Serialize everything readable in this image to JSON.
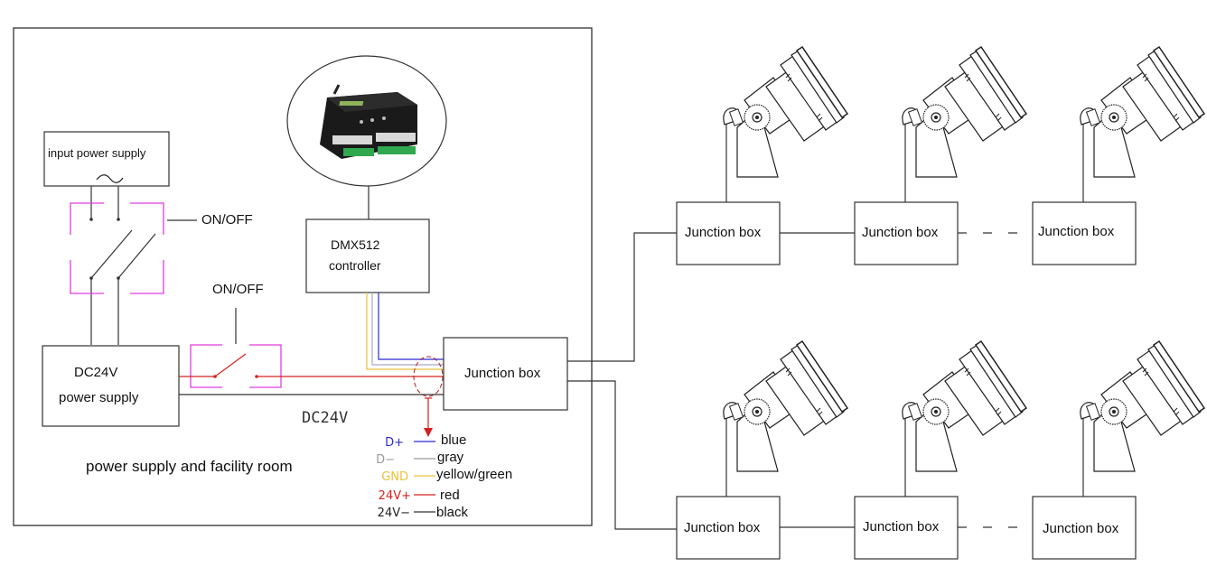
{
  "diagram": {
    "room_label": "power supply and facility room",
    "input_power_supply": {
      "label": "input power supply",
      "ac_symbol": "~"
    },
    "main_switch_label": "ON/OFF",
    "secondary_switch_label": "ON/OFF",
    "power_supply": {
      "line1": "DC24V",
      "line2": "power supply"
    },
    "dc_line_label": "DC24V",
    "controller": {
      "line1": "DMX512",
      "line2": "controller",
      "photo_description": "LED CONTROLLER"
    },
    "main_junction_box": "Junction box",
    "wire_legend": [
      {
        "code": "D+",
        "color_name": "blue",
        "color": "#2b2bd6"
      },
      {
        "code": "D−",
        "color_name": "gray",
        "color": "#9a9a9a"
      },
      {
        "code": "GND",
        "color_name": "yellow/green",
        "color": "#e8c23a"
      },
      {
        "code": "24V+",
        "color_name": "red",
        "color": "#d42020"
      },
      {
        "code": "24V−",
        "color_name": "black",
        "color": "#222222"
      }
    ],
    "top_row_junction_boxes": [
      "Junction box",
      "Junction box",
      "Junction box"
    ],
    "bottom_row_junction_boxes": [
      "Junction box",
      "Junction box",
      "Junction box"
    ],
    "fixture_type": "floodlight",
    "colors": {
      "switch_outline": "#e23ce0",
      "power_wire": "#d42020",
      "line": "#333333"
    }
  }
}
